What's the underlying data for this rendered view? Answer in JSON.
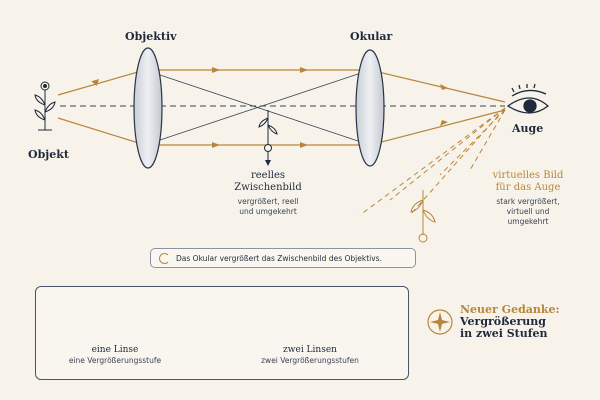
{
  "main_diagram": {
    "objective_label": "Objektiv",
    "ocular_label": "Okular",
    "object_label": "Objekt",
    "eye_label": "Auge",
    "intermediate_title_line1": "reelles",
    "intermediate_title_line2": "Zwischenbild",
    "intermediate_desc_line1": "vergrößert, reell",
    "intermediate_desc_line2": "und umgekehrt",
    "virtual_title_line1": "virtuelles Bild",
    "virtual_title_line2": "für das Auge",
    "virtual_desc_line1": "stark vergrößert,",
    "virtual_desc_line2": "virtuell und",
    "virtual_desc_line3": "umgekehrt"
  },
  "note": {
    "text": "Das Okular vergrößert das Zwischenbild des Objektivs."
  },
  "comparison": {
    "one_lens_title": "eine Linse",
    "one_lens_subtitle": "eine Vergrößerungsstufe",
    "two_lens_title": "zwei Linsen",
    "two_lens_subtitle": "zwei Vergrößerungsstufen"
  },
  "idea": {
    "title": "Neuer Gedanke:",
    "line1": "Vergrößerung",
    "line2": "in zwei Stufen"
  },
  "colors": {
    "ink": "#1f2a3c",
    "gold": "#b8863b",
    "background": "#f7f3ea",
    "lens_fill": "#dfe3e8"
  }
}
